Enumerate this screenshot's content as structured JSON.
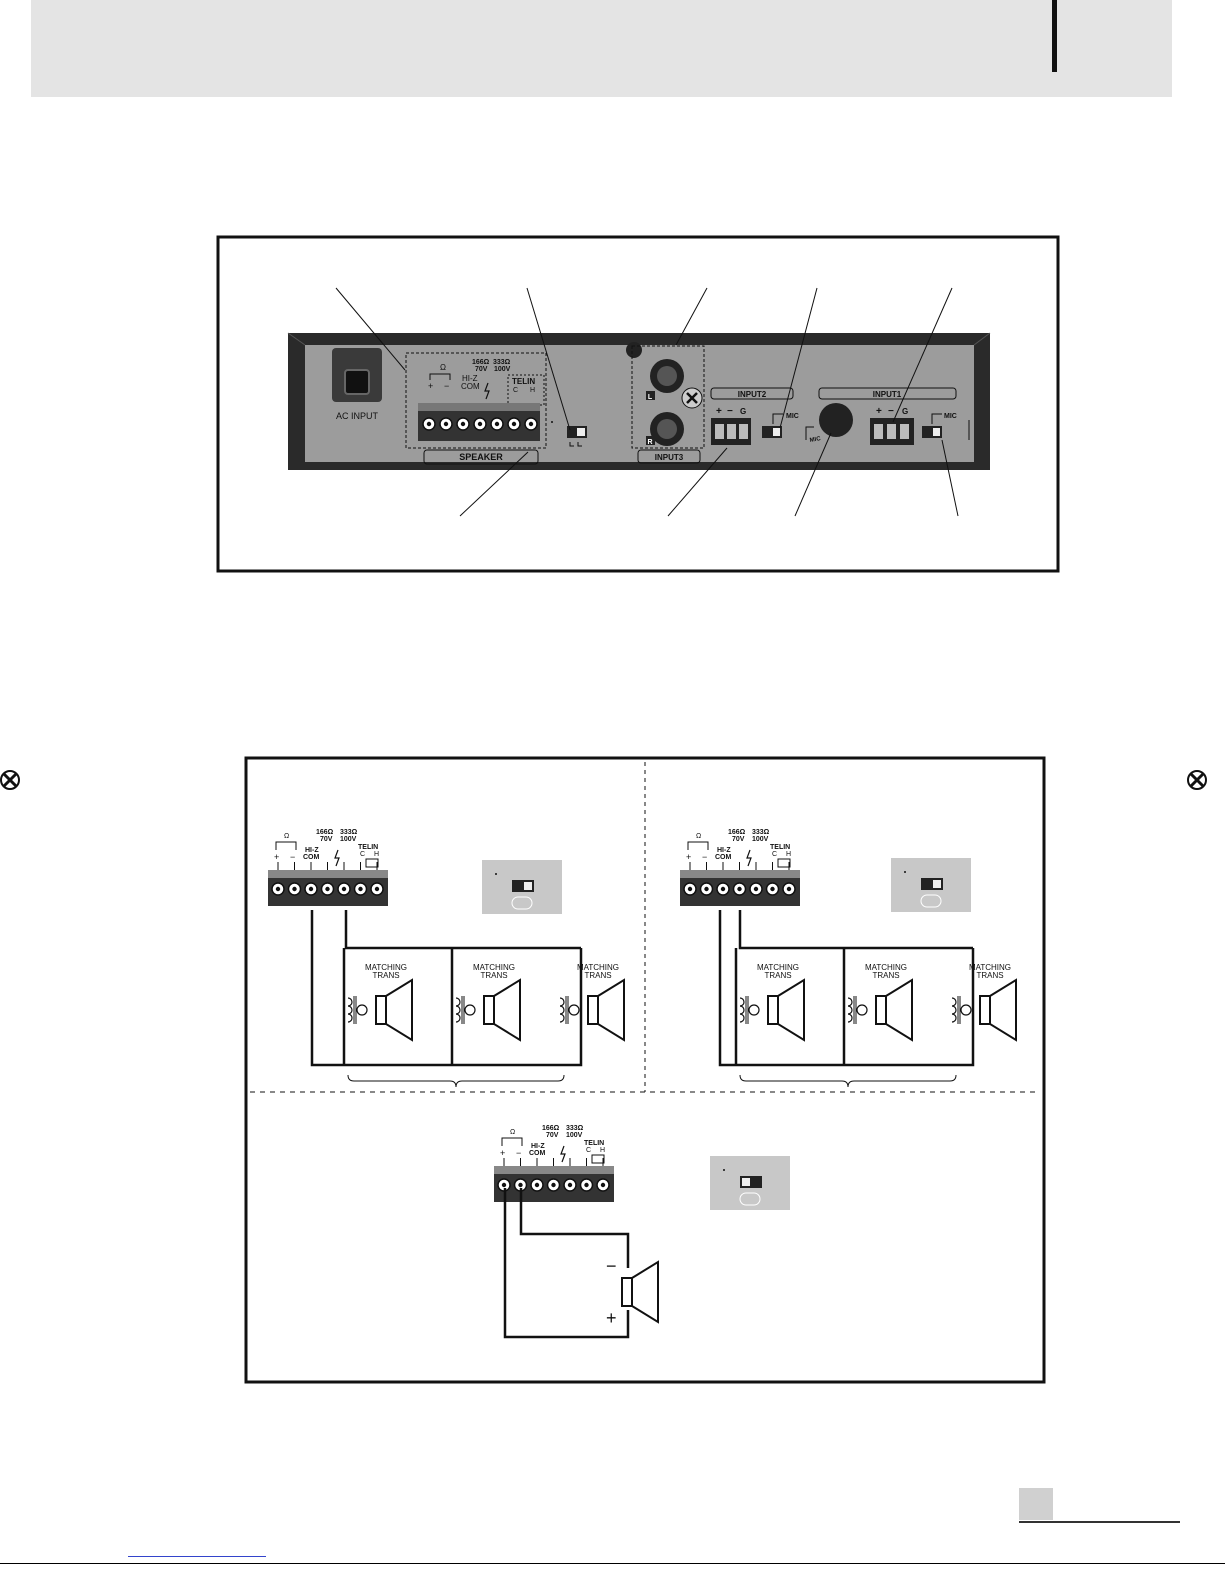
{
  "rear_panel": {
    "ac_input_label": "AC INPUT",
    "speaker_label": "SPEAKER",
    "input1_label": "INPUT1",
    "input2_label": "INPUT2",
    "input3_label": "INPUT3",
    "mic_label": "MIC",
    "terminal": {
      "ohm": "Ω",
      "plus": "+",
      "minus": "−",
      "hiz": "HI-Z",
      "com": "COM",
      "ohm166": "166Ω",
      "v70": "70V",
      "ohm333": "333Ω",
      "v100": "100V",
      "telin": "TELIN",
      "c": "C",
      "h": "H",
      "g": "G"
    },
    "jack_left": "L",
    "jack_right": "R"
  },
  "wiring": {
    "matching_line1": "MATCHING",
    "matching_line2": "TRANS",
    "speaker_minus": "−",
    "speaker_plus": "+"
  },
  "colors": {
    "header_band": "#e4e4e4",
    "panel_face": "#9a9a9a",
    "switch_bg": "#c8c8c8",
    "page_box": "#d0d0d0"
  }
}
